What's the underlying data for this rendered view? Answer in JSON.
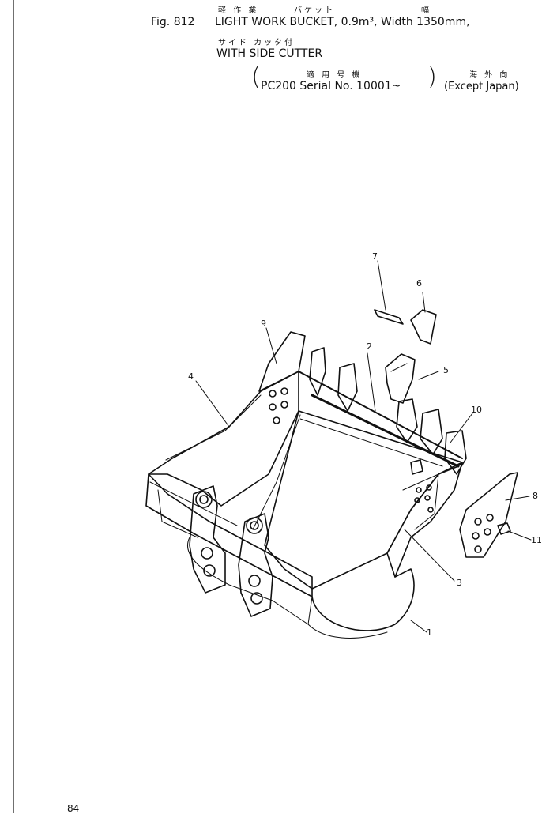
{
  "header": {
    "fig": "Fig. 812",
    "title_jp_1": "軽 作 業",
    "title_jp_2": "バケット",
    "title_jp_3": "幅",
    "title_en": "LIGHT WORK BUCKET, 0.9m³, Width 1350mm,",
    "sub_jp": "サイド カッタ付",
    "sub_en": "WITH SIDE CUTTER",
    "applic_jp": "適 用 号 機",
    "applic_en": "PC200 Serial No. 10001~",
    "region_jp": "海 外 向",
    "region_en": "(Except Japan)"
  },
  "callouts": [
    "1",
    "2",
    "3",
    "4",
    "5",
    "6",
    "7",
    "8",
    "9",
    "10",
    "11"
  ],
  "page_number": "84"
}
